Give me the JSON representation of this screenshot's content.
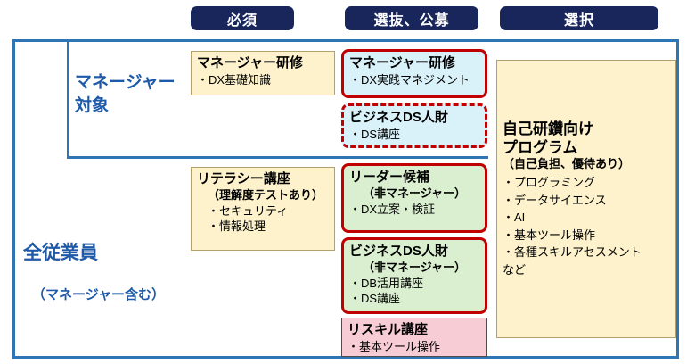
{
  "headers": {
    "required": "必須",
    "selection": "選抜、公募",
    "elective": "選択"
  },
  "row_labels": {
    "manager": "マネージャー\n対象",
    "all_employees": "全従業員",
    "all_employees_sub": "（マネージャー含む）"
  },
  "boxes": {
    "manager_training_required": {
      "title": "マネージャー研修",
      "items": [
        "・DX基礎知識"
      ]
    },
    "manager_training_selection": {
      "title": "マネージャー研修",
      "items": [
        "・DX実践マネジメント"
      ]
    },
    "business_ds_manager": {
      "title": "ビジネスDS人財",
      "items": [
        "・DS講座"
      ]
    },
    "literacy_course": {
      "title": "リテラシー講座",
      "subtitle": "（理解度テストあり）",
      "items": [
        "・セキュリティ",
        "・情報処理"
      ]
    },
    "leader_candidate": {
      "title": "リーダー候補",
      "subtitle": "（非マネージャー）",
      "items": [
        "・DX立案・検証"
      ]
    },
    "business_ds_staff": {
      "title": "ビジネスDS人財",
      "subtitle": "（非マネージャー）",
      "items": [
        "・DB活用講座",
        "・DS講座"
      ]
    },
    "reskill_course": {
      "title": "リスキル講座",
      "items": [
        "・基本ツール操作"
      ]
    },
    "self_development": {
      "title": "自己研鑽向け\nプログラム",
      "subtitle": "（自己負担、優待あり）",
      "items": [
        "・プログラミング",
        "・データサイエンス",
        "・AI",
        "・基本ツール操作",
        "・各種スキルアセスメント",
        "など"
      ]
    }
  },
  "colors": {
    "header_navy": "#19265c",
    "frame_blue": "#2e75b6",
    "label_blue_text": "#1f5aa8",
    "highlight_red_border": "#c00000",
    "cream_bg": "#fdf2cc",
    "cyan_bg": "#d9f1f9",
    "green_bg": "#d9efcf",
    "pink_bg": "#f8ccd5"
  }
}
